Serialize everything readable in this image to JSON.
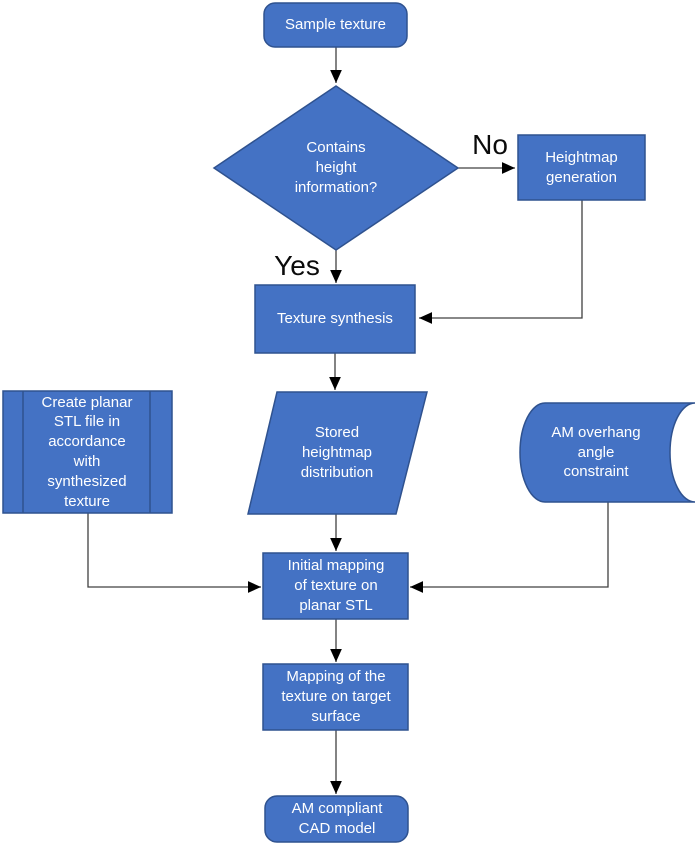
{
  "diagram": {
    "type": "flowchart",
    "colors": {
      "shape_fill": "#4472C4",
      "shape_border": "#2F528F",
      "connector": "#404040",
      "arrowhead": "#000000",
      "node_text": "#ffffff",
      "branch_text": "#0b0b0b",
      "background": "#ffffff"
    },
    "nodes": {
      "sample_texture": {
        "label": "Sample texture",
        "shape": "terminator"
      },
      "decision": {
        "label": "Contains height information?",
        "shape": "decision"
      },
      "heightmap_generation": {
        "label": "Heightmap generation",
        "shape": "process"
      },
      "texture_synthesis": {
        "label": "Texture synthesis",
        "shape": "process"
      },
      "stored_heightmap": {
        "label": "Stored heightmap distribution",
        "shape": "data-parallelogram"
      },
      "create_planar_stl": {
        "label": "Create planar STL file in accordance with synthesized texture",
        "shape": "predefined-process"
      },
      "am_overhang": {
        "label": "AM overhang angle constraint",
        "shape": "stored-data"
      },
      "initial_mapping": {
        "label": "Initial mapping of texture on planar STL",
        "shape": "process"
      },
      "mapping_target": {
        "label": "Mapping of the texture on target surface",
        "shape": "process"
      },
      "cad_model": {
        "label": "AM compliant CAD model",
        "shape": "terminator"
      }
    },
    "branch_labels": {
      "no": "No",
      "yes": "Yes"
    }
  }
}
